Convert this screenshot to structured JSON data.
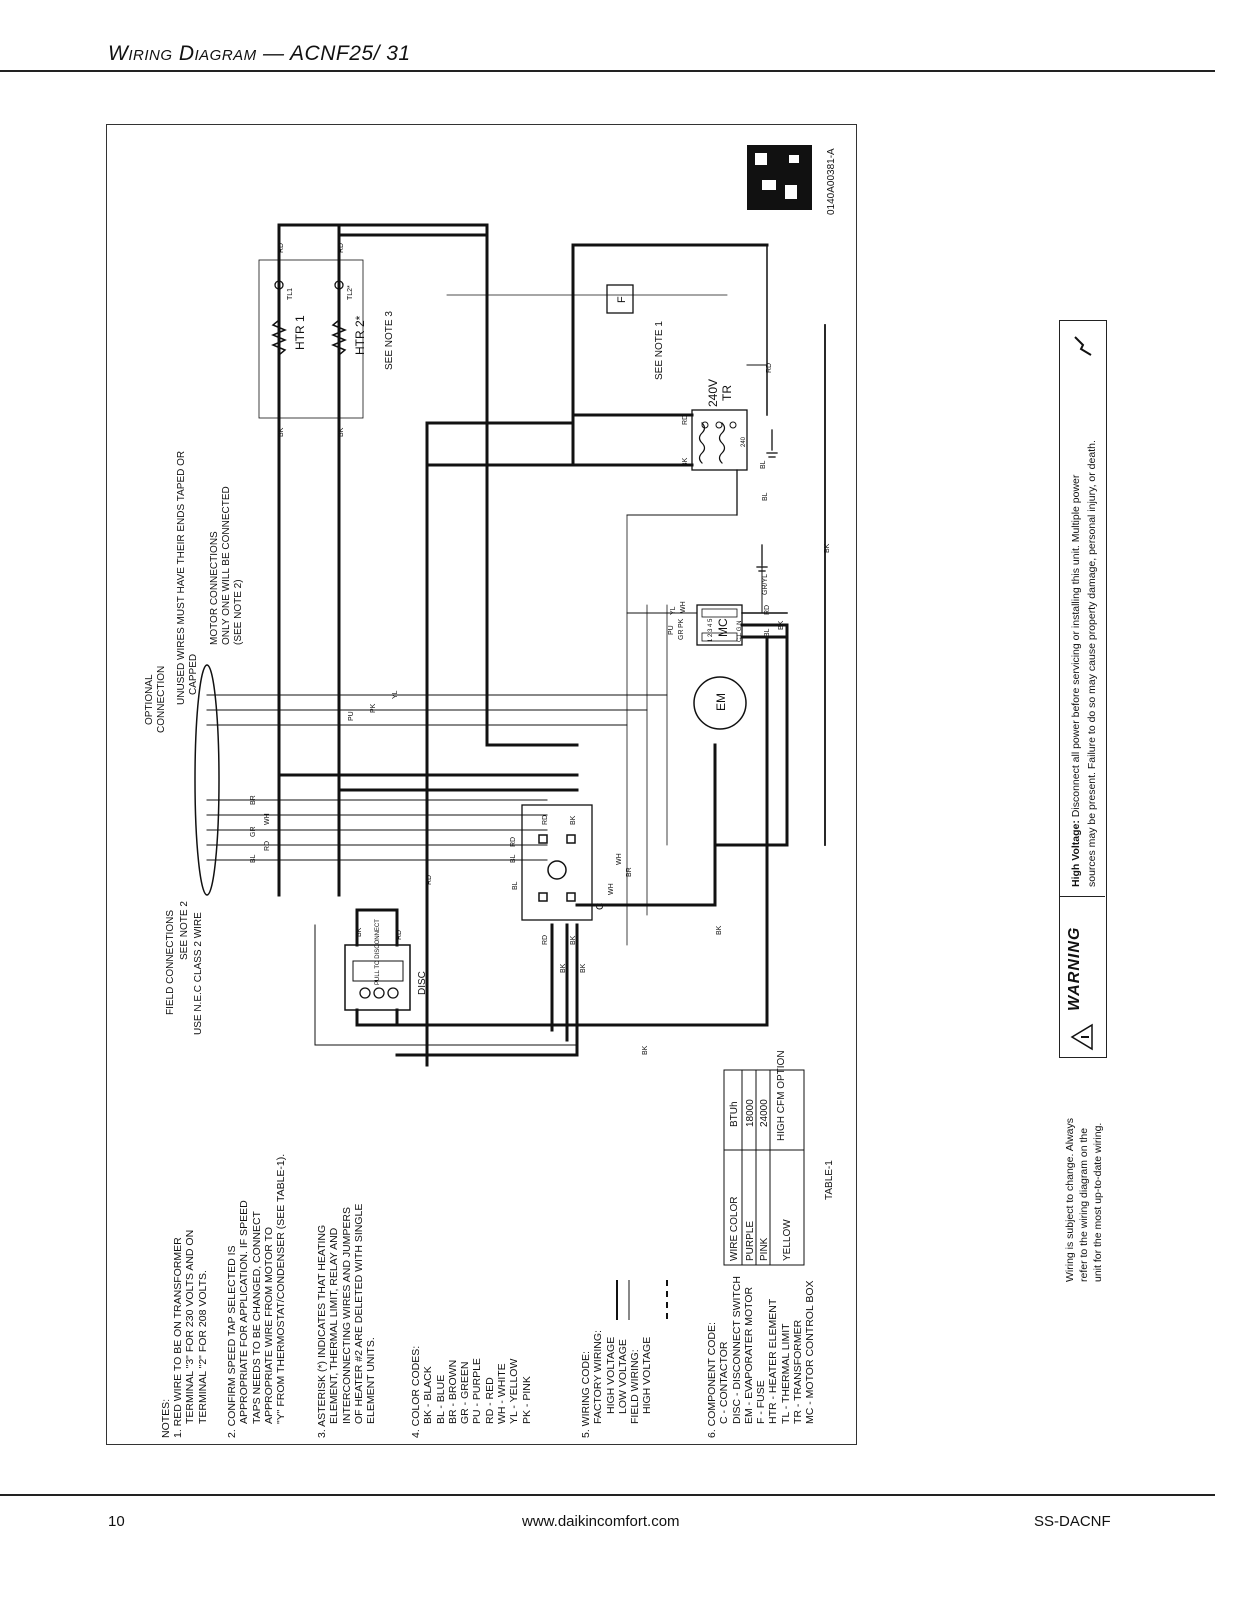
{
  "header": {
    "title": "Wiring Diagram — ACNF25/ 31"
  },
  "diagram": {
    "code": "0140A00381-A",
    "field_connections": [
      "FIELD CONNECTIONS",
      "SEE NOTE 2",
      "USE N.E.C CLASS 2 WIRE"
    ],
    "optional_connection": [
      "OPTIONAL",
      "CONNECTION"
    ],
    "unused_wires": [
      "UNUSED WIRES MUST HAVE THEIR ENDS TAPED OR",
      "CAPPED"
    ],
    "motor_connections": [
      "MOTOR CONNECTIONS",
      "ONLY ONE WILL BE CONNECTED",
      "(SEE NOTE 2)"
    ],
    "see_note_3": "SEE NOTE 3",
    "see_note_1": "SEE NOTE 1",
    "htr1": "HTR 1",
    "htr2": "HTR 2*",
    "tl1": "TL1",
    "tl2": "TL2*",
    "fuse": "F",
    "transformer": [
      "240V",
      "TR"
    ],
    "tr_taps": "240",
    "mc": "MC",
    "em": "EM",
    "contactor": "C",
    "disc": "DISC",
    "disc_face": "PULL TO DISCONNECT",
    "wire_labels": {
      "rd": "RD",
      "bk": "BK",
      "bl": "BL",
      "br": "BR",
      "gr": "GR",
      "wh": "WH",
      "pu": "PU",
      "pk": "PK",
      "yl": "YL",
      "gryl": "GR/YL"
    },
    "mc_terminals_low": "1 2 3 4 5",
    "mc_terminals_high": "C L G N"
  },
  "table1": {
    "caption": "TABLE-1",
    "headers": [
      "WIRE COLOR",
      "BTUh"
    ],
    "rows": [
      [
        "PURPLE",
        "18000"
      ],
      [
        "PINK",
        "24000"
      ],
      [
        "YELLOW",
        "HIGH CFM OPTION"
      ]
    ]
  },
  "notes": {
    "heading": "NOTES:",
    "n1": [
      "1. RED WIRE TO BE ON TRANSFORMER",
      "TERMINAL \"3\" FOR 230 VOLTS AND ON",
      "TERMINAL \"2\" FOR 208 VOLTS."
    ],
    "n2": [
      "2. CONFIRM SPEED TAP SELECTED IS",
      "APPROPRIATE FOR APPLICATION. IF SPEED",
      "TAPS NEEDS TO BE CHANGED, CONNECT",
      "APPROPRIATE WIRE FROM MOTOR TO",
      "\"Y\" FROM THERMOSTAT/CONDENSER (SEE TABLE-1)."
    ],
    "n3": [
      "3. ASTERISK (*) INDICATES THAT HEATING",
      "ELEMENT, THERMAL LIMIT, RELAY AND",
      "INTERCONNECTING WIRES AND JUMPERS",
      "OF HEATER #2 ARE DELETED WITH SINGLE",
      "ELEMENT UNITS."
    ],
    "n4": [
      "4. COLOR CODES:",
      "BK - BLACK",
      "BL - BLUE",
      "BR - BROWN",
      "GR - GREEN",
      "PU - PURPLE",
      "RD - RED",
      "WH - WHITE",
      "YL - YELLOW",
      "PK - PINK"
    ],
    "n5": [
      "5. WIRING CODE:",
      "FACTORY WIRING:",
      "HIGH VOLTAGE",
      "LOW VOLTAGE",
      "FIELD WIRING:",
      "HIGH VOLTAGE"
    ],
    "n6": [
      "6. COMPONENT CODE:",
      "C -    CONTACTOR",
      "DISC - DISCONNECT SWITCH",
      "EM -  EVAPORATER MOTOR",
      "F -    FUSE",
      "HTR -  HEATER ELEMENT",
      "TL -   THERMAL LIMIT",
      "TR -   TRANSFORMER",
      "MC -  MOTOR CONTROL BOX"
    ]
  },
  "warning": {
    "title": "WARNING",
    "bold": "High Voltage:",
    "line1": "Disconnect all power before servicing or installing this unit. Multiple power",
    "line2": "sources may be present. Failure to do so may cause property damage, personal injury, or death."
  },
  "subject": {
    "line1": "Wiring is subject to change. Always",
    "line2": "refer to the wiring diagram on the",
    "line3": "unit for the most up-to-date wiring."
  },
  "footer": {
    "page": "10",
    "url": "www.daikincomfort.com",
    "doc": "SS-DACNF"
  }
}
